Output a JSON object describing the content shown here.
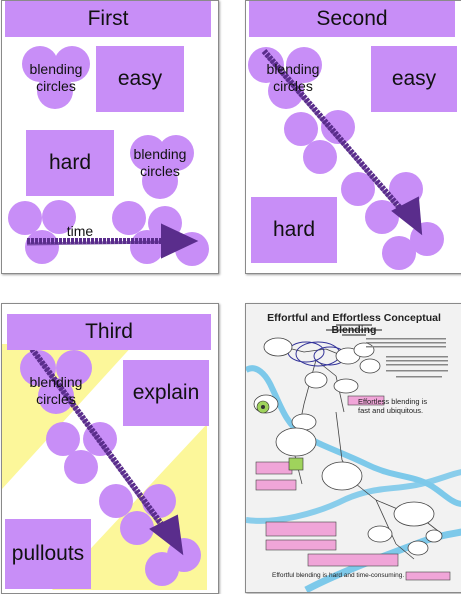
{
  "panels": {
    "first": {
      "title": "First",
      "easy": "easy",
      "hard": "hard",
      "blending_top_line1": "blending",
      "blending_top_line2": "circles",
      "blending_right_line1": "blending",
      "blending_right_line2": "circles",
      "time": "time"
    },
    "second": {
      "title": "Second",
      "easy": "easy",
      "hard": "hard",
      "blending_line1": "blending",
      "blending_line2": "circles"
    },
    "third": {
      "title": "Third",
      "explain": "explain",
      "pullouts": "pullouts",
      "blending_line1": "blending",
      "blending_line2": "circles"
    },
    "poster": {
      "title": "Effortful and Effortless Conceptual Blending",
      "note_right_line1": "Effortless blending is",
      "note_right_line2": "fast and ubiquitous.",
      "footer": "Effortful blending is hard and time-consuming."
    }
  },
  "colors": {
    "purple": "#c88ef7",
    "arrow": "#5a2d8c",
    "yellow": "#fcf79a",
    "river": "#7dc9ea"
  }
}
